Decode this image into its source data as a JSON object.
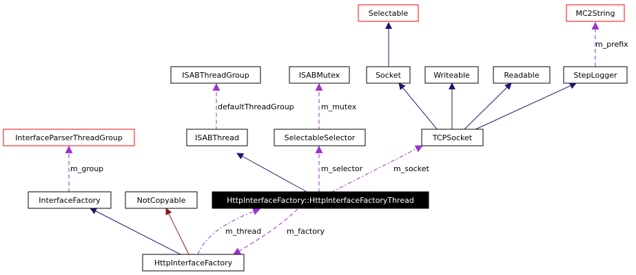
{
  "diagram": {
    "nodes": {
      "selectable": "Selectable",
      "mc2string": "MC2String",
      "isab_thread_group": "ISABThreadGroup",
      "isab_mutex": "ISABMutex",
      "socket": "Socket",
      "writeable": "Writeable",
      "readable": "Readable",
      "step_logger": "StepLogger",
      "interface_parser_thread_group": "InterfaceParserThreadGroup",
      "isab_thread": "ISABThread",
      "selectable_selector": "SelectableSelector",
      "tcp_socket": "TCPSocket",
      "interface_factory": "InterfaceFactory",
      "not_copyable": "NotCopyable",
      "http_interface_factory_thread": "HttpInterfaceFactory::HttpInterfaceFactoryThread",
      "http_interface_factory": "HttpInterfaceFactory"
    },
    "edge_labels": {
      "m_prefix": "m_prefix",
      "default_thread_group": "defaultThreadGroup",
      "m_mutex": "m_mutex",
      "m_group": "m_group",
      "m_selector": "m_selector",
      "m_socket": "m_socket",
      "m_thread": "m_thread",
      "m_factory": "m_factory"
    },
    "colors": {
      "inheritance_public": "#191970",
      "inheritance_private": "#8b1a1a",
      "usage": "#9a32cd",
      "truncated_border": "#ff0000",
      "node_border": "#000000",
      "highlight_fill": "#000000",
      "highlight_text": "#ffffff"
    }
  }
}
